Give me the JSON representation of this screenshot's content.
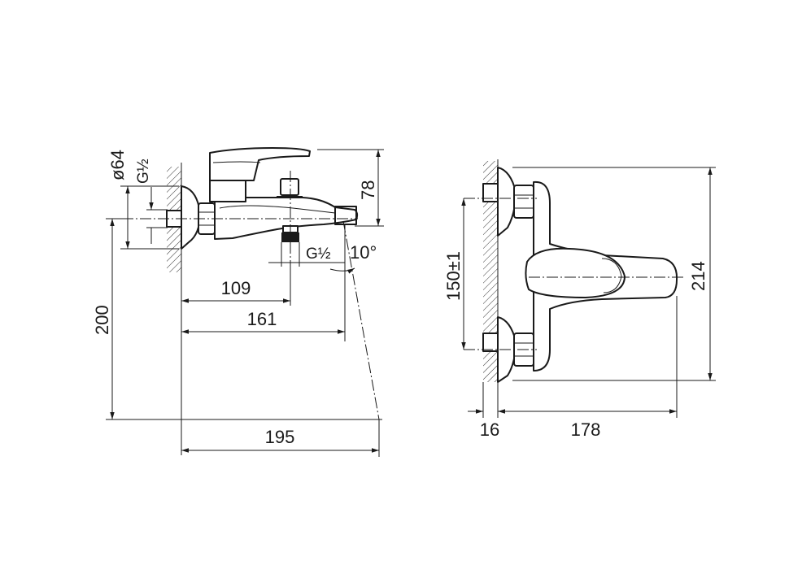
{
  "side_view": {
    "dims": {
      "d64": "ø64",
      "g_half_wall": "G½",
      "h78": "78",
      "g_half_outlet": "G½",
      "angle10": "10°",
      "l109": "109",
      "l161": "161",
      "h200": "200",
      "l195": "195"
    }
  },
  "front_view": {
    "dims": {
      "c150": "150±1",
      "h214": "214",
      "w16": "16",
      "w178": "178"
    }
  }
}
